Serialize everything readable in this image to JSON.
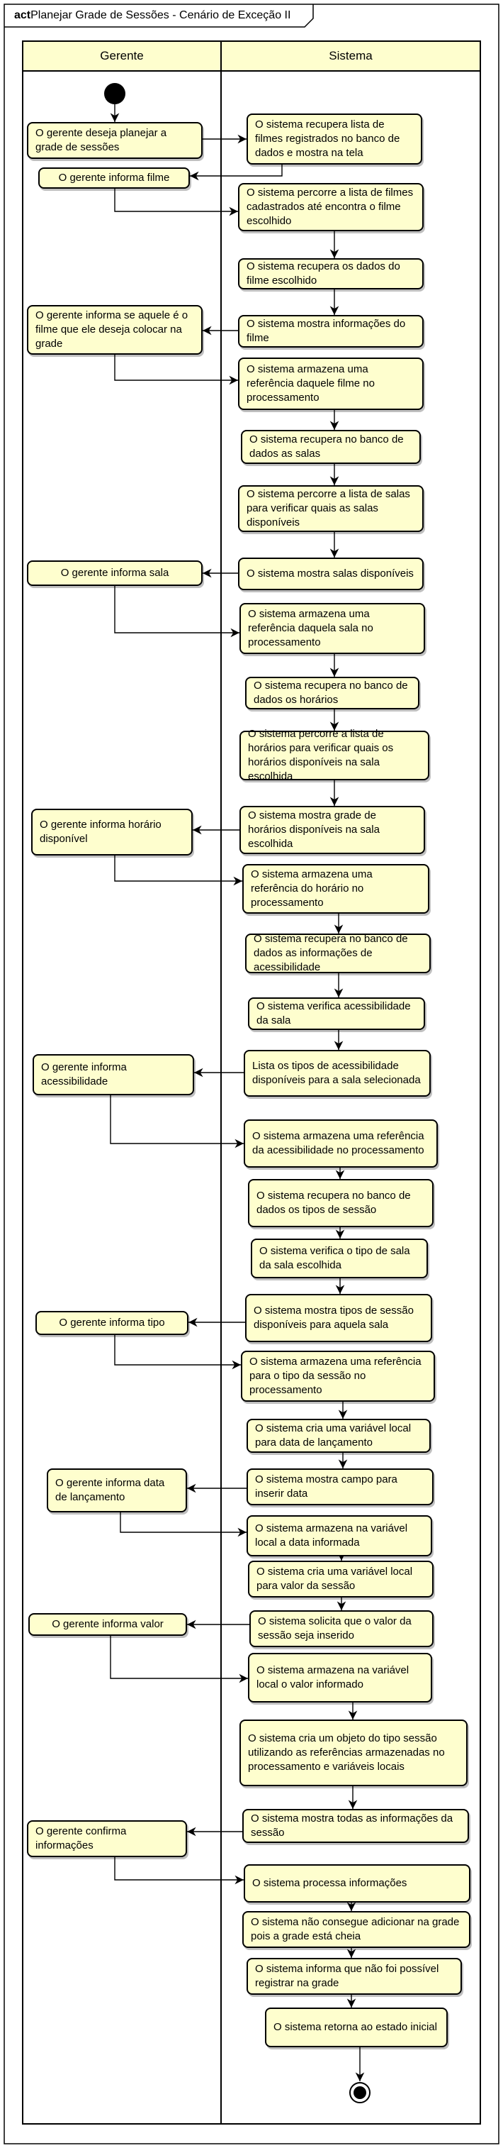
{
  "diagram": {
    "keyword": "act",
    "title": "Planejar Grade de Sessões - Cenário de Exceção II",
    "lanes": {
      "left": "Gerente",
      "right": "Sistema"
    },
    "activities": {
      "g1": "O gerente deseja planejar a grade de sessões",
      "s1": "O sistema recupera lista de filmes registrados no banco de dados e mostra na tela",
      "g2": "O gerente informa filme",
      "s2": "O sistema percorre a lista de filmes cadastrados até encontra o filme escolhido",
      "s3": "O sistema recupera os dados do filme escolhido",
      "s4": "O sistema mostra informações do filme",
      "g3": "O gerente informa se aquele é o filme que ele deseja colocar na grade",
      "s5": "O sistema armazena uma referência daquele filme no processamento",
      "s6": "O sistema recupera no banco de dados as salas",
      "s7": "O sistema percorre a lista de salas para verificar quais as salas disponíveis",
      "g4": "O gerente informa sala",
      "s8": "O sistema mostra salas disponíveis",
      "s9": "O sistema armazena uma referência daquela sala no processamento",
      "s10": "O sistema recupera no banco de dados os horários",
      "s11": "O sistema percorre a lista de horários para verificar quais os horários disponíveis na sala escolhida",
      "s12": "O sistema mostra grade de horários disponíveis na sala escolhida",
      "g5": "O gerente informa horário disponível",
      "s13": "O sistema armazena uma referência do horário no processamento",
      "s14": "O sistema recupera no banco de dados as informações de acessibilidade",
      "s15": "O sistema verifica acessibilidade da sala",
      "s16": "Lista os tipos de acessibilidade disponíveis para a sala selecionada",
      "g6": "O gerente informa acessibilidade",
      "s17": "O sistema armazena uma referência da acessibilidade  no processamento",
      "s18": "O sistema recupera no banco de dados os tipos de sessão",
      "s19": "O sistema verifica o tipo de sala da sala escolhida",
      "s20": "O sistema mostra tipos de sessão disponíveis para aquela sala",
      "g7": "O gerente informa tipo",
      "s21": "O sistema armazena uma referência para o tipo da sessão no processamento",
      "s22": "O sistema cria uma variável local para data de lançamento",
      "g8": "O gerente informa data de lançamento",
      "s23": "O sistema mostra campo para inserir data",
      "s24": "O sistema armazena na variável local a data informada",
      "s25": "O sistema cria uma variável local para valor da sessão",
      "g9": "O gerente informa valor",
      "s26": "O sistema solicita que o valor da sessão seja inserido",
      "s27": "O sistema armazena na variável local o valor informado",
      "s28": "O sistema cria um objeto do tipo sessão utilizando as referências armazenadas no processamento e variáveis locais",
      "s29": "O sistema mostra todas as informações da sessão",
      "g10": "O gerente confirma informações",
      "s30": "O sistema processa informações",
      "s31": "O sistema não consegue adicionar na grade pois a grade está cheia",
      "s32": "O sistema informa que não foi possível registrar na grade",
      "s33": "O sistema retorna ao estado inicial"
    },
    "colors": {
      "activity_fill": "#fefece",
      "lane_header_fill": "#fefece",
      "stroke": "#000000"
    }
  }
}
